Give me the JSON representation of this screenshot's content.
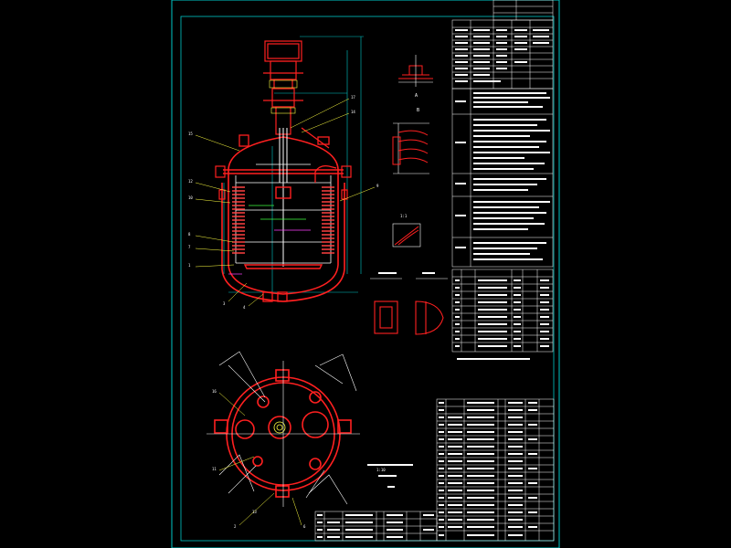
{
  "drawing": {
    "sheet_border_color": "#00c8c8",
    "vessel_color": "#ff2020",
    "coil_color": "#ff4040",
    "line_color": "#ffffff",
    "dim_color": "#00c8c8",
    "callout_color": "#ffff40",
    "green_color": "#40ff40",
    "magenta_color": "#ff40ff"
  },
  "labels": {
    "view_a": "A",
    "view_b": "B",
    "plan_note": "1:10",
    "ratio": "1:1"
  }
}
